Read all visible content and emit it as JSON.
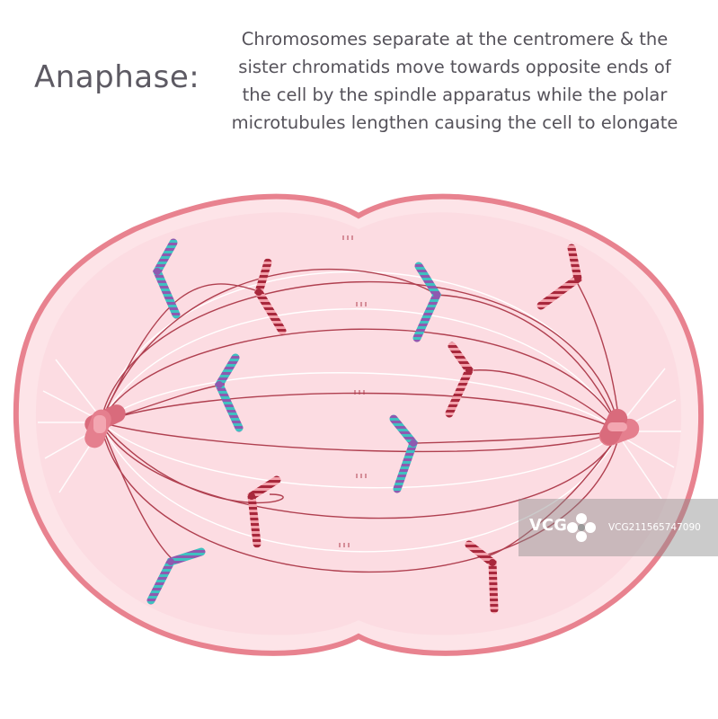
{
  "title": "Anaphase:",
  "description_lines": [
    "Chromosomes separate at the centromere & the",
    "sister chromatids move towards opposite ends of",
    "the cell by the spindle apparatus while the polar",
    "microtubules lengthen causing the cell to elongate"
  ],
  "watermark": {
    "logo": "VCG",
    "id": "VCG211565747090"
  },
  "colors": {
    "cell_fill": "#fce3e6",
    "cell_border": "#e8828f",
    "spindle": "#b04050",
    "teal": "#3fc0c0",
    "purple": "#8e5ab0",
    "red": "#a8283c",
    "pink": "#ee8a96",
    "centrosome": "#d96b7c"
  }
}
